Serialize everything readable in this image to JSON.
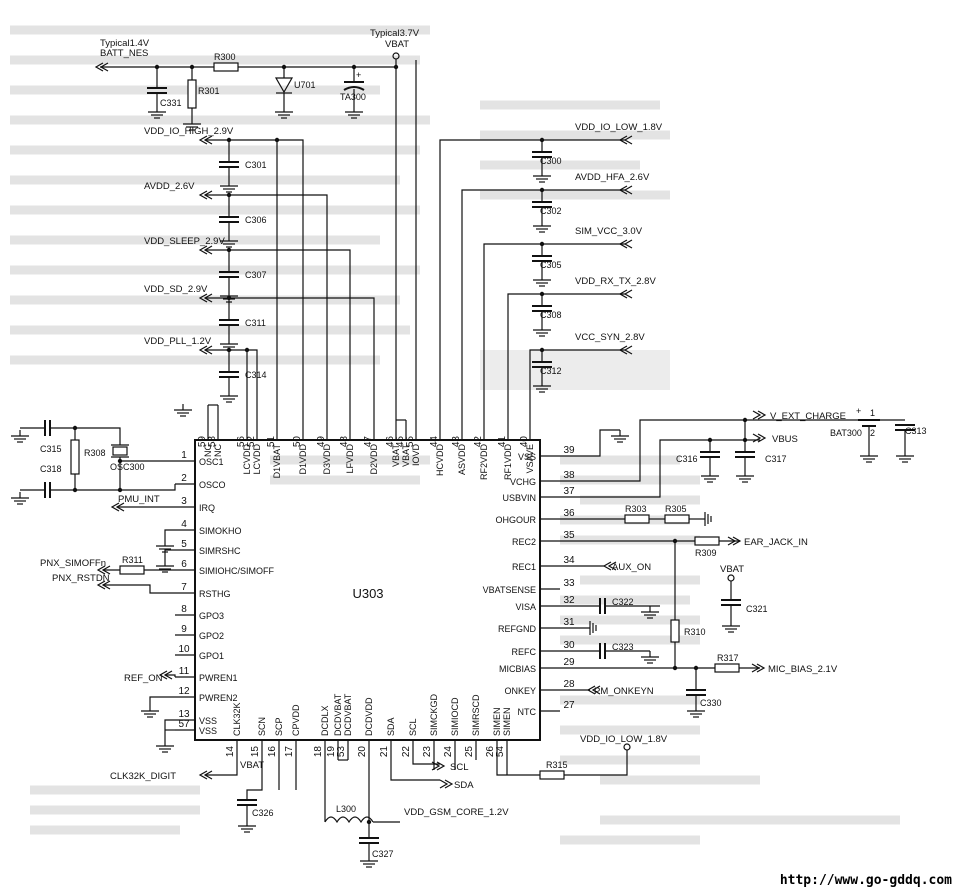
{
  "chip": {
    "ref": "U303",
    "left_pins": [
      {
        "num": "1",
        "name": "OSC1"
      },
      {
        "num": "2",
        "name": "OSCO"
      },
      {
        "num": "3",
        "name": "IRQ"
      },
      {
        "num": "4",
        "name": "SIMOKHO"
      },
      {
        "num": "5",
        "name": "SIMRSHC"
      },
      {
        "num": "6",
        "name": "SIMIOHC/SIMOFF"
      },
      {
        "num": "7",
        "name": "RSTHG"
      },
      {
        "num": "8",
        "name": "GPO3"
      },
      {
        "num": "9",
        "name": "GPO2"
      },
      {
        "num": "10",
        "name": "GPO1"
      },
      {
        "num": "11",
        "name": "PWREN1"
      },
      {
        "num": "12",
        "name": "PWREN2"
      },
      {
        "num": "13",
        "name": "VSS"
      },
      {
        "num": "57",
        "name": "VSS"
      }
    ],
    "top_pins": [
      {
        "num": "59",
        "name": "NC"
      },
      {
        "num": "58",
        "name": "NC"
      },
      {
        "num": "56",
        "name": "LCVDD"
      },
      {
        "num": "52",
        "name": "LCVDD"
      },
      {
        "num": "51",
        "name": "D1VBAT"
      },
      {
        "num": "50",
        "name": "D1VDD"
      },
      {
        "num": "49",
        "name": "D3VDD"
      },
      {
        "num": "48",
        "name": "LFVDD"
      },
      {
        "num": "47",
        "name": "D2VDD"
      },
      {
        "num": "46",
        "name": "VBAT"
      },
      {
        "num": "45",
        "name": "VBAT"
      },
      {
        "num": "55",
        "name": "IOVD"
      },
      {
        "num": "44",
        "name": "HCVDD"
      },
      {
        "num": "43",
        "name": "ASVDD"
      },
      {
        "num": "42",
        "name": "RF2VDD"
      },
      {
        "num": "41",
        "name": "RF1VDD"
      },
      {
        "num": "40",
        "name": "VSAVE"
      }
    ],
    "right_pins": [
      {
        "num": "39",
        "name": "VSS"
      },
      {
        "num": "38",
        "name": "VCHG"
      },
      {
        "num": "37",
        "name": "USBVIN"
      },
      {
        "num": "36",
        "name": "OHGOUR"
      },
      {
        "num": "35",
        "name": "REC2"
      },
      {
        "num": "34",
        "name": "REC1"
      },
      {
        "num": "33",
        "name": "VBATSENSE"
      },
      {
        "num": "32",
        "name": "VISA"
      },
      {
        "num": "31",
        "name": "REFGND"
      },
      {
        "num": "30",
        "name": "REFC"
      },
      {
        "num": "29",
        "name": "MICBIAS"
      },
      {
        "num": "28",
        "name": "ONKEY"
      },
      {
        "num": "27",
        "name": "NTC"
      }
    ],
    "bottom_pins": [
      {
        "num": "14",
        "name": "CLK32K"
      },
      {
        "num": "15",
        "name": "SCN"
      },
      {
        "num": "16",
        "name": "SCP"
      },
      {
        "num": "17",
        "name": "CPVDD"
      },
      {
        "num": "18",
        "name": "DCDLX"
      },
      {
        "num": "19",
        "name": "DCDVBAT"
      },
      {
        "num": "53",
        "name": "DCDVBAT"
      },
      {
        "num": "20",
        "name": "DCDVDD"
      },
      {
        "num": "21",
        "name": "SDA"
      },
      {
        "num": "22",
        "name": "SCL"
      },
      {
        "num": "23",
        "name": "SIMCKGD"
      },
      {
        "num": "24",
        "name": "SIMIOCD"
      },
      {
        "num": "25",
        "name": "SIMRSCD"
      },
      {
        "num": "26",
        "name": "SIMEN"
      },
      {
        "num": "54",
        "name": "SIMEN"
      }
    ]
  },
  "nets": {
    "typical_batt": "Typical1.4V",
    "batt_nes": "BATT_NES",
    "typical_vbat": "Typical3.7V",
    "vbat": "VBAT",
    "vdd_io_high": "VDD_IO_HIGH_2.9V",
    "avdd": "AVDD_2.6V",
    "vdd_sleep": "VDD_SLEEP_2.9V",
    "vdd_sd": "VDD_SD_2.9V",
    "vdd_pll": "VDD_PLL_1.2V",
    "vdd_io_low": "VDD_IO_LOW_1.8V",
    "avdd_hfa": "AVDD_HFA_2.6V",
    "sim_vcc": "SIM_VCC_3.0V",
    "vdd_rx_tx": "VDD_RX_TX_2.8V",
    "vcc_syn": "VCC_SYN_2.8V",
    "v_ext_charge": "V_EXT_CHARGE",
    "vbus": "VBUS",
    "ear_jack_in": "EAR_JACK_IN",
    "aux_on": "AUX_ON",
    "vbat_right": "VBAT",
    "mic_bias": "MIC_BIAS_2.1V",
    "pm_onkeyn": "PM_ONKEYN",
    "vdd_io_low_bottom": "VDD_IO_LOW_1.8V",
    "pmu_int": "PMU_INT",
    "pnx_simoffn": "PNX_SIMOFFn",
    "pnx_rstdn": "PNX_RSTDN",
    "ref_on": "REF_ON",
    "clk32k_digit": "CLK32K_DIGIT",
    "vbat_bottom": "VBAT",
    "scl": "SCL",
    "sda": "SDA",
    "vdd_gsm_core": "VDD_GSM_CORE_1.2V"
  },
  "components": {
    "C331": "C331",
    "R301": "R301",
    "R300": "R300",
    "U701": "U701",
    "TA300": "TA300",
    "C301": "C301",
    "C306": "C306",
    "C307": "C307",
    "C311": "C311",
    "C314": "C314",
    "C300": "C300",
    "C302": "C302",
    "C305": "C305",
    "C308": "C308",
    "C312": "C312",
    "C315": "C315",
    "C318": "C318",
    "R308": "R308",
    "OSC300": "OSC300",
    "R311": "R311",
    "C316": "C316",
    "C317": "C317",
    "BAT300": "BAT300",
    "C313": "C313",
    "BAT_PIN1": "1",
    "BAT_PIN2": "2",
    "R303": "R303",
    "R305": "R305",
    "R309": "R309",
    "C322": "C322",
    "C321": "C321",
    "R310": "R310",
    "C323": "C323",
    "R317": "R317",
    "C330": "C330",
    "R315": "R315",
    "C326": "C326",
    "L300": "L300",
    "C327": "C327"
  },
  "watermark": "http://www.go-gddq.com"
}
